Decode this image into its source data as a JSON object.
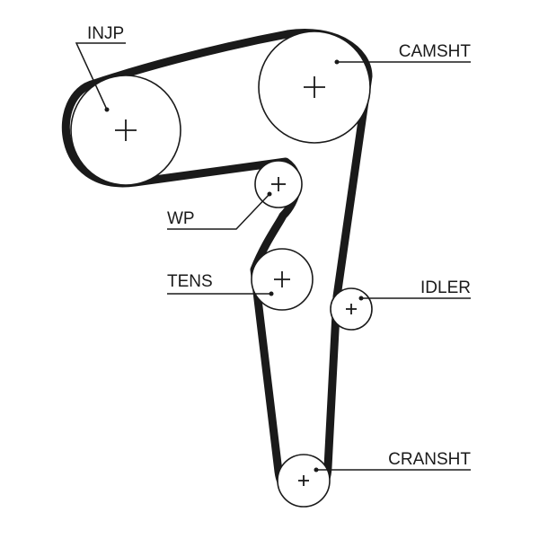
{
  "diagram": {
    "labels": {
      "injp": "INJP",
      "camsht": "CAMSHT",
      "wp": "WP",
      "tens": "TENS",
      "idler": "IDLER",
      "cransht": "CRANSHT"
    }
  }
}
